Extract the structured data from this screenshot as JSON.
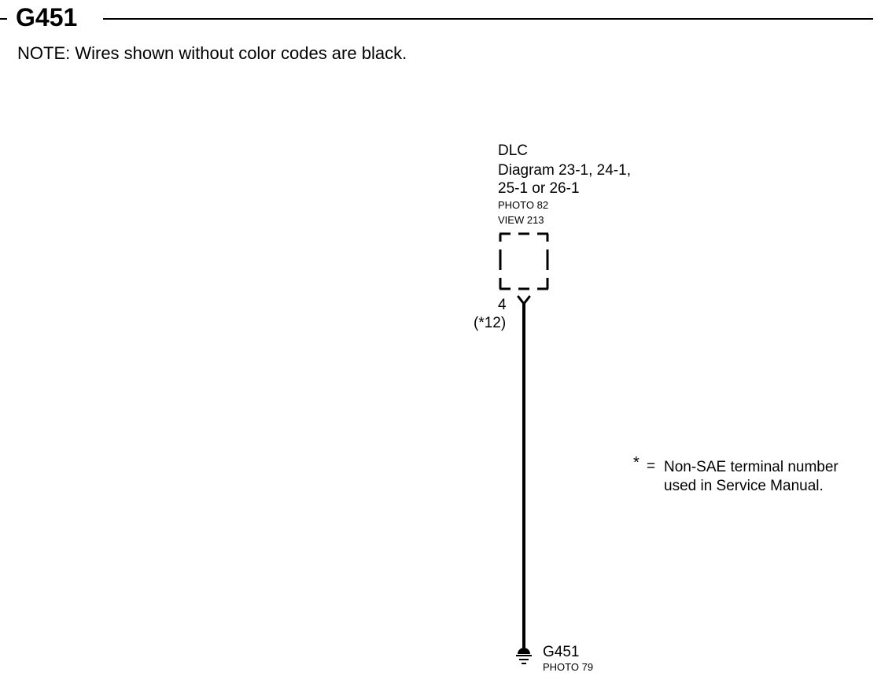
{
  "header": {
    "title": "G451",
    "note": "NOTE: Wires shown without color codes are black."
  },
  "connector": {
    "name": "DLC",
    "diagram_ref": "Diagram 23-1, 24-1,\n25-1 or 26-1",
    "photo": "PHOTO 82",
    "view": "VIEW 213",
    "pin": "4",
    "pin_alt": "(*12)"
  },
  "legend": {
    "symbol": "*",
    "equals": "=",
    "text": "Non-SAE terminal number\nused in Service Manual."
  },
  "ground": {
    "name": "G451",
    "photo": "PHOTO 79",
    "icon": "ground-symbol-icon"
  },
  "colors": {
    "line": "#000000",
    "background": "#ffffff"
  }
}
